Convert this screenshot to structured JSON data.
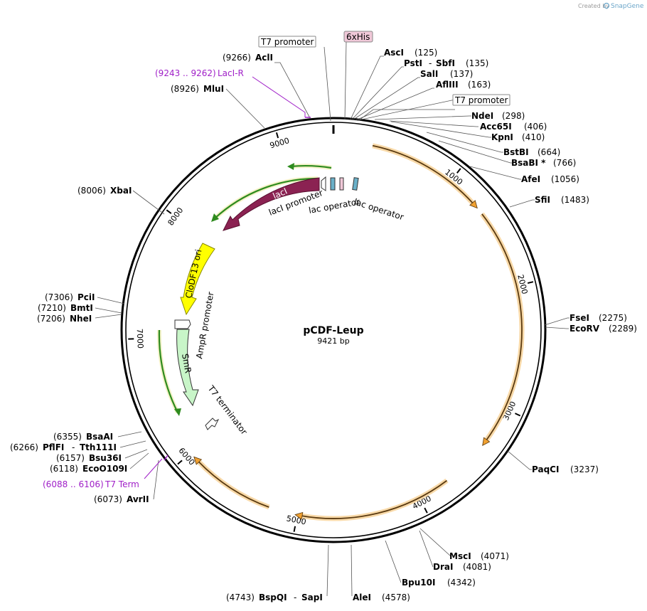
{
  "credit": {
    "created_by": "Created by",
    "logo": "SnapGene"
  },
  "plasmid": {
    "name": "pCDF-Leup",
    "length_label": "9421 bp"
  },
  "ticks": [
    "1000",
    "2000",
    "3000",
    "4000",
    "5000",
    "6000",
    "7000",
    "8000",
    "9000"
  ],
  "sites": [
    {
      "name": "AscI",
      "pos": "(125)"
    },
    {
      "name": "PstI",
      "name2": "SbfI",
      "pos": "(135)"
    },
    {
      "name": "SalI",
      "pos": "(137)"
    },
    {
      "name": "AflIII",
      "pos": "(163)"
    },
    {
      "name": "NdeI",
      "pos": "(298)"
    },
    {
      "name": "Acc65I",
      "pos": "(406)"
    },
    {
      "name": "KpnI",
      "pos": "(410)"
    },
    {
      "name": "BstBI",
      "pos": "(664)"
    },
    {
      "name": "BsaBI *",
      "pos": "(766)"
    },
    {
      "name": "AfeI",
      "pos": "(1056)"
    },
    {
      "name": "SfiI",
      "pos": "(1483)"
    },
    {
      "name": "FseI",
      "pos": "(2275)"
    },
    {
      "name": "EcoRV",
      "pos": "(2289)"
    },
    {
      "name": "PaqCI",
      "pos": "(3237)"
    },
    {
      "name": "MscI",
      "pos": "(4071)"
    },
    {
      "name": "DraI",
      "pos": "(4081)"
    },
    {
      "name": "Bpu10I",
      "pos": "(4342)"
    },
    {
      "name": "AleI",
      "pos": "(4578)"
    },
    {
      "name": "BspQI",
      "name2": "SapI",
      "pos": "(4743)"
    },
    {
      "name": "AvrII",
      "pos": "(6073)"
    },
    {
      "name": "EcoO109I",
      "pos": "(6118)"
    },
    {
      "name": "Bsu36I",
      "pos": "(6157)"
    },
    {
      "name": "PflFI",
      "name2": "Tth111I",
      "pos": "(6266)"
    },
    {
      "name": "BsaAI",
      "pos": "(6355)"
    },
    {
      "name": "NheI",
      "pos": "(7206)"
    },
    {
      "name": "BmtI",
      "pos": "(7210)"
    },
    {
      "name": "PciI",
      "pos": "(7306)"
    },
    {
      "name": "XbaI",
      "pos": "(8006)"
    },
    {
      "name": "MluI",
      "pos": "(8926)"
    },
    {
      "name": "AclI",
      "pos": "(9266)"
    }
  ],
  "primers": [
    {
      "name": "LacI-R",
      "range": "(9243 .. 9262)"
    },
    {
      "name": "T7 Term",
      "range": "(6088 .. 6106)"
    }
  ],
  "boxed_labels": {
    "t7_promoter_top": "T7 promoter",
    "his_tag": "6xHis",
    "t7_promoter_right": "T7 promoter"
  },
  "features": {
    "laci": "lacI",
    "laci_promoter": "lacI promoter",
    "lac_operator_1": "lac operator",
    "lac_operator_2": "lac operator",
    "cdf_ori": "CloDF13 ori",
    "ampr_promoter": "AmpR promoter",
    "smr": "SmR",
    "t7_terminator": "T7 terminator"
  },
  "colors": {
    "backbone": "#000000",
    "orf_orange": "#f0a030",
    "orf_glow": "#f8d9a8",
    "orf_green": "#2e8b1e",
    "laci_fill": "#8b2252",
    "ori_fill": "#ffff00",
    "smr_fill": "#c8f5c8",
    "primer": "#a020c8",
    "his_fill": "#f0c8d8",
    "operator_fill": "#6ab0c8"
  }
}
